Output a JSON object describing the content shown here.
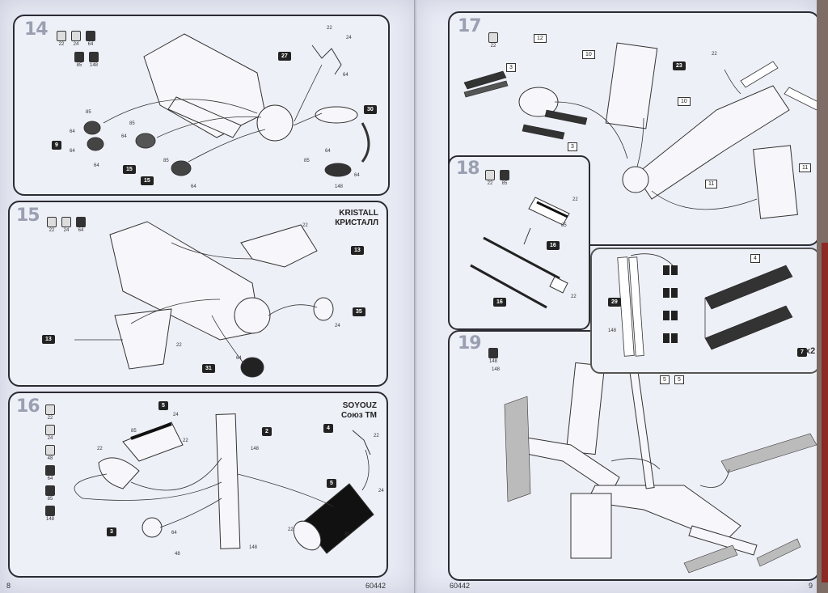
{
  "left_page": {
    "page_number": "8",
    "catalog_number": "60442",
    "steps": [
      {
        "number": "14",
        "paints": [
          "22",
          "24",
          "64",
          "85",
          "148"
        ],
        "tags": [
          "27",
          "30",
          "9",
          "15",
          "15"
        ],
        "numbers": [
          "22",
          "24",
          "64",
          "85",
          "64",
          "64",
          "64",
          "85",
          "64",
          "85",
          "64",
          "64",
          "85",
          "64",
          "148"
        ]
      },
      {
        "number": "15",
        "caption_en": "KRISTALL",
        "caption_ru": "КРИСТАЛЛ",
        "paints": [
          "22",
          "24",
          "64"
        ],
        "tags": [
          "13",
          "13",
          "35",
          "31"
        ],
        "numbers": [
          "22",
          "24",
          "22",
          "64"
        ]
      },
      {
        "number": "16",
        "caption_en": "SOYOUZ",
        "caption_ru": "Союз ТМ",
        "paints": [
          "22",
          "24",
          "48",
          "64",
          "85",
          "148"
        ],
        "tags": [
          "5",
          "2",
          "4",
          "5",
          "3"
        ],
        "numbers": [
          "85",
          "24",
          "22",
          "22",
          "148",
          "22",
          "24",
          "148",
          "22",
          "85",
          "64",
          "48"
        ]
      }
    ]
  },
  "right_page": {
    "page_number": "9",
    "catalog_number": "60442",
    "steps": [
      {
        "number": "17",
        "paints": [
          "22"
        ],
        "boxes": [
          "12",
          "10",
          "3",
          "10",
          "3",
          "11",
          "11"
        ],
        "tags": [
          "23"
        ],
        "numbers": [
          "22"
        ]
      },
      {
        "number": "18",
        "paints": [
          "22",
          "85"
        ],
        "tags": [
          "16",
          "16"
        ],
        "numbers": [
          "22",
          "85",
          "22"
        ]
      },
      {
        "number": "19",
        "paints": [
          "148"
        ],
        "tags": [
          "29",
          "7"
        ],
        "boxes": [
          "4",
          "5",
          "5"
        ],
        "numbers": [
          "148",
          "148"
        ],
        "multiplier": "x2"
      }
    ]
  }
}
